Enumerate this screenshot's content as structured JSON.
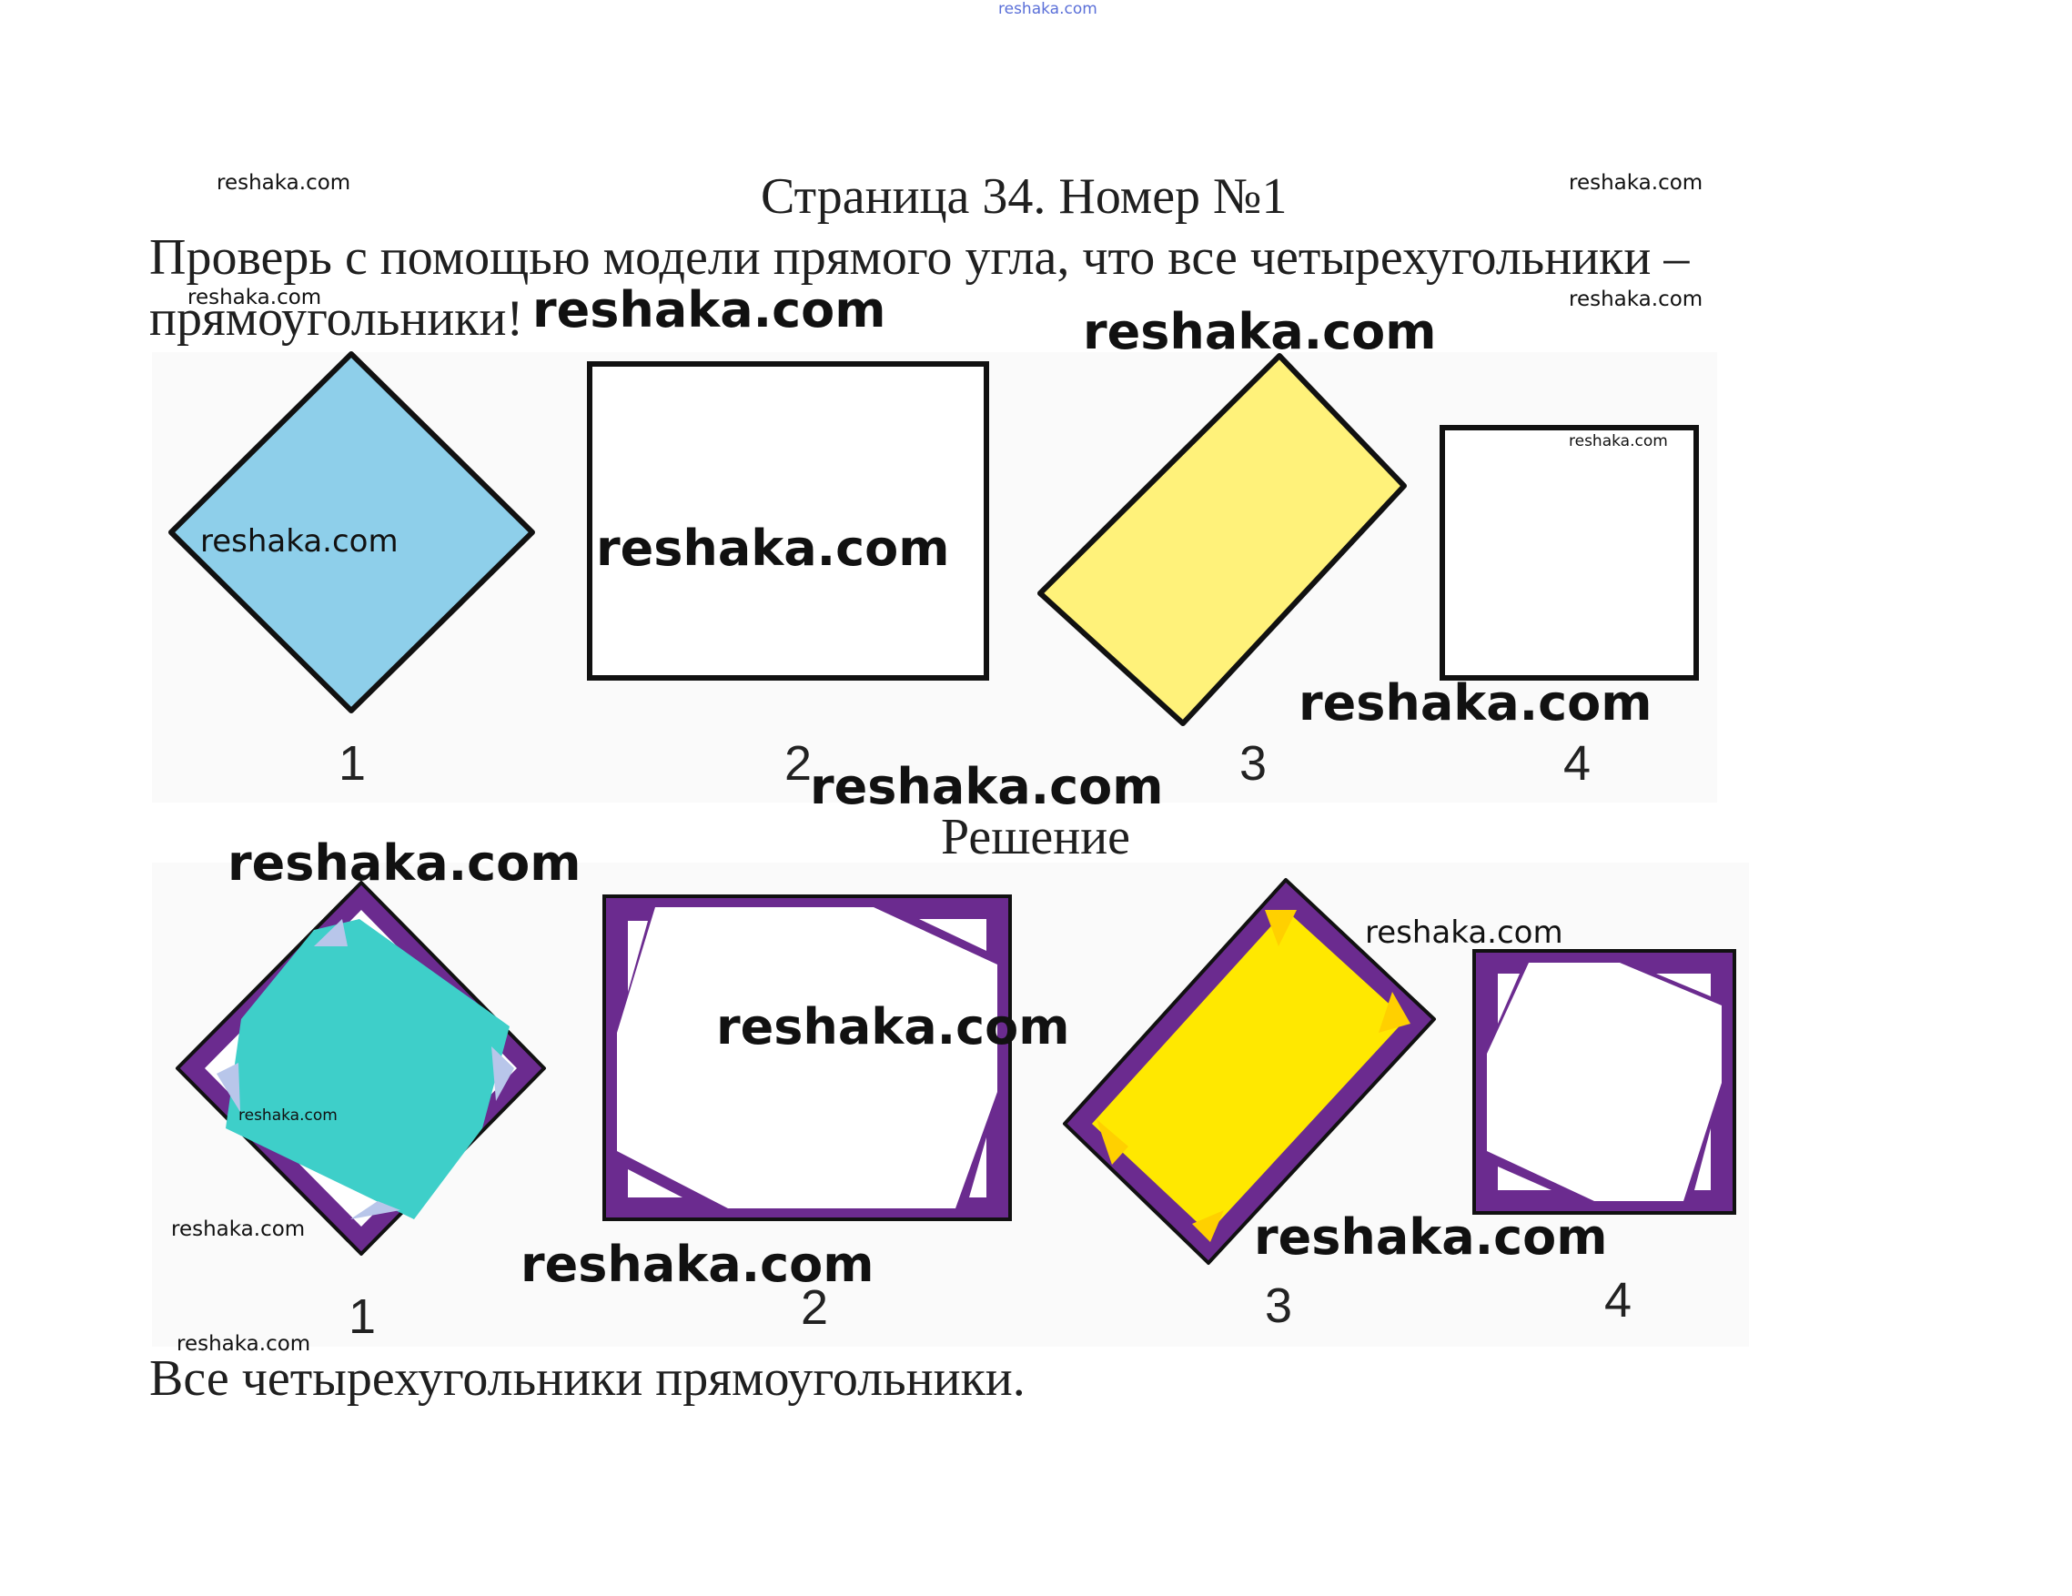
{
  "watermark": "reshaka.com",
  "header": {
    "title": "Страница 34. Номер №1"
  },
  "task": {
    "line1": "Проверь с помощью модели прямого угла, что все четырехугольники –",
    "line2": "прямоугольники!"
  },
  "figures_top": {
    "labels": [
      "1",
      "2",
      "3",
      "4"
    ]
  },
  "solution": {
    "heading": "Решение",
    "labels": [
      "1",
      "2",
      "3",
      "4"
    ],
    "answer": "Все четырехугольники прямоугольники."
  },
  "colors": {
    "blue_fill": "#8ecfea",
    "yellow_fill": "#fff27a",
    "teal_fill": "#3ecfc9",
    "yellow_solution": "#ffe800",
    "purple_corner": "#6b2b8f",
    "outline": "#111111"
  }
}
